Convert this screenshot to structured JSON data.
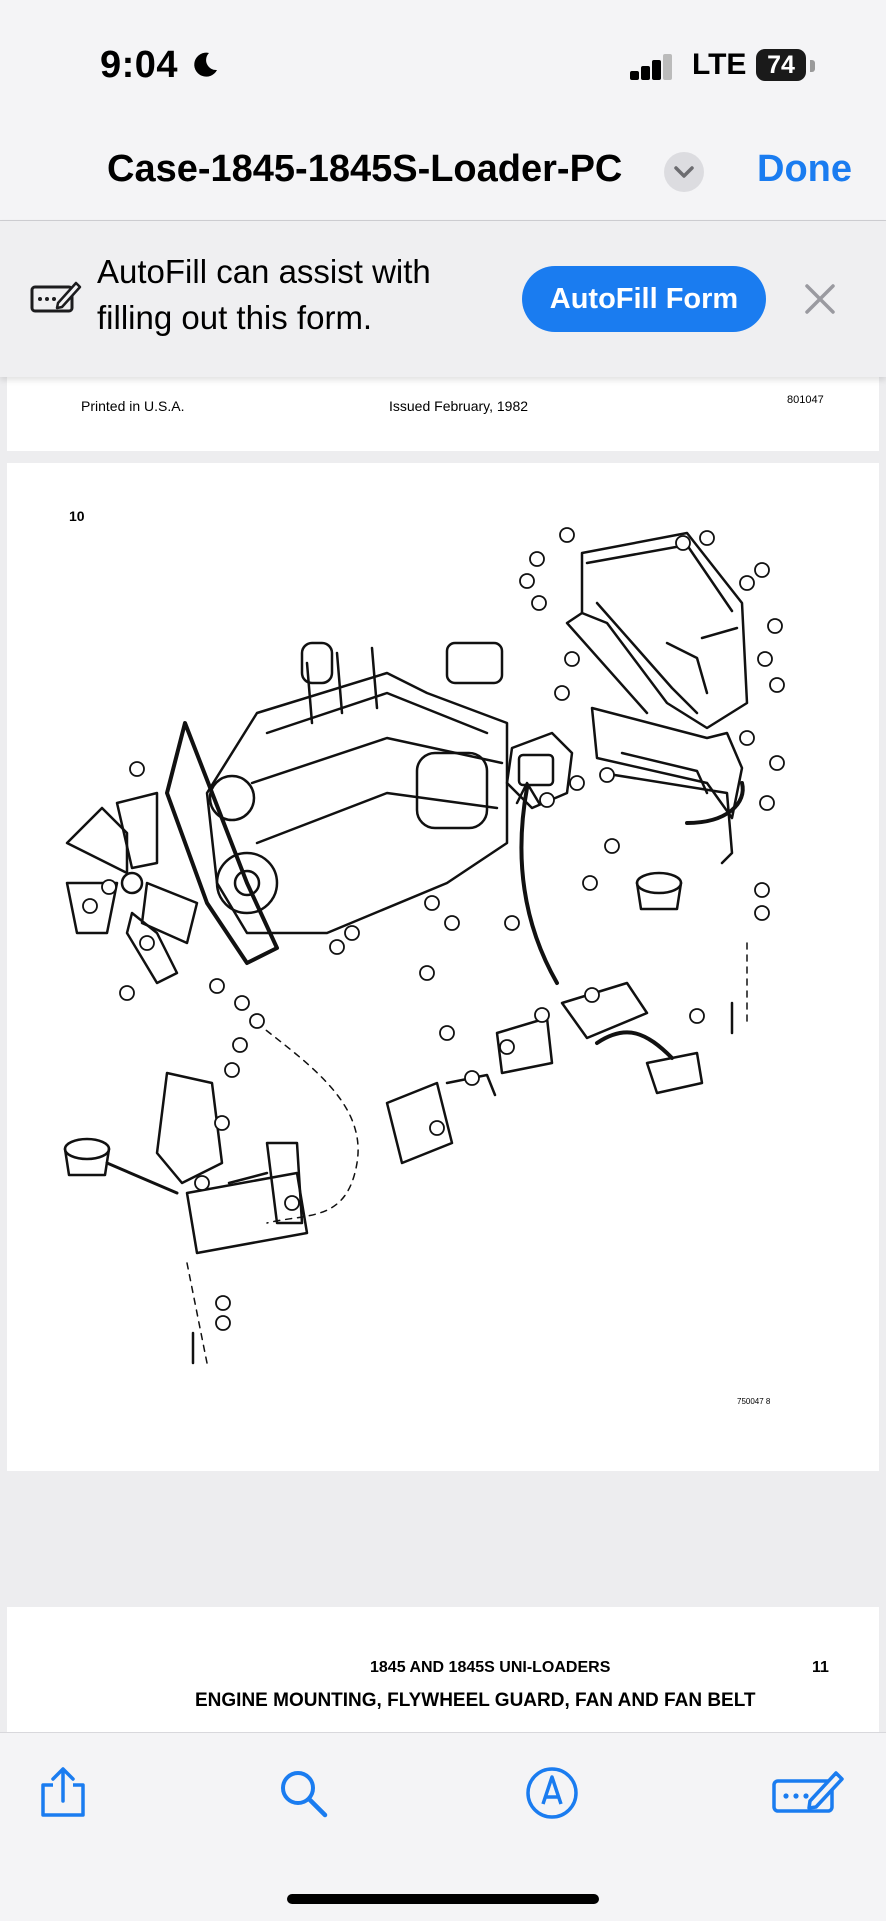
{
  "status_bar": {
    "time": "9:04",
    "network": "LTE",
    "battery": "74"
  },
  "nav": {
    "title": "Case-1845-1845S-Loader-PC",
    "done_label": "Done"
  },
  "autofill": {
    "line1": "AutoFill can assist with",
    "line2": "filling out this form.",
    "button_label": "AutoFill Form"
  },
  "document": {
    "page1": {
      "printed": "Printed in U.S.A.",
      "issued": "Issued February, 1982",
      "code": "801047"
    },
    "page2": {
      "page_number": "10",
      "figure_code": "750047 8"
    },
    "page3": {
      "header": "1845 AND 1845S UNI-LOADERS",
      "page_number": "11",
      "title": "ENGINE MOUNTING, FLYWHEEL GUARD, FAN AND FAN BELT"
    }
  },
  "toolbar": {
    "items": [
      "share-icon",
      "search-icon",
      "markup-icon",
      "autofill-form-icon"
    ]
  },
  "colors": {
    "accent": "#1a7cf0",
    "background": "#f4f4f6"
  }
}
